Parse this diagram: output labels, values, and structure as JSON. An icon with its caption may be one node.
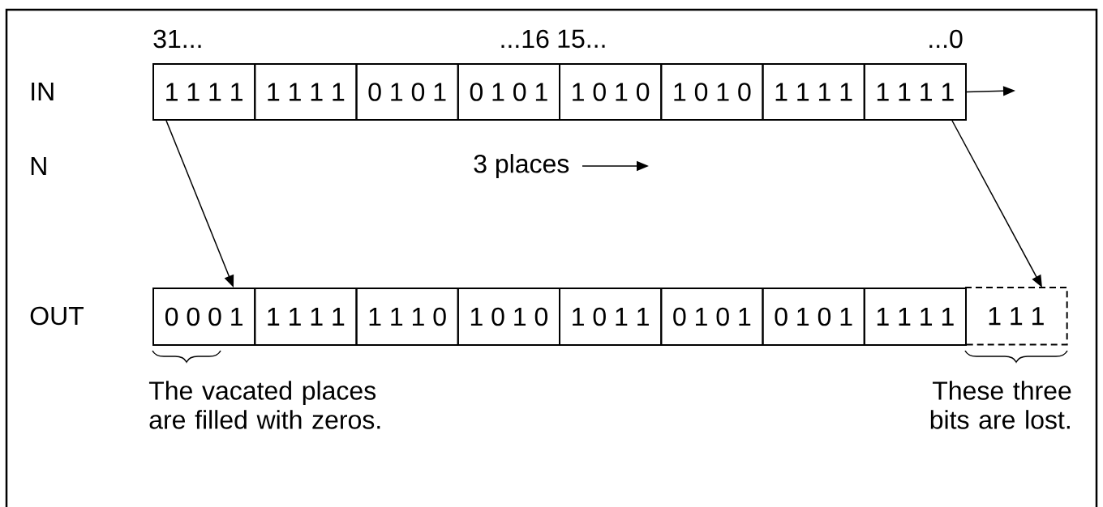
{
  "diagram": {
    "nodes": [
      {
        "text": [
          "1 1 1 1"
        ]
      },
      {
        "text": [
          "1 1 1 1"
        ]
      },
      {
        "text": [
          "0 1 0 1"
        ]
      },
      {
        "text": [
          "0 1 0 1"
        ]
      },
      {
        "text": [
          "1 0 1 0"
        ]
      },
      {
        "text": [
          "1 0 1 0"
        ]
      },
      {
        "text": [
          "1 1 1 1"
        ]
      },
      {
        "text": [
          "1 1 1 1"
        ]
      },
      {
        "text": [
          "0 0 0 1"
        ]
      },
      {
        "text": [
          "1 1 1 1"
        ]
      },
      {
        "text": [
          "1 1 1 0"
        ]
      },
      {
        "text": [
          "1 0 1 0"
        ]
      },
      {
        "text": [
          "1 0 1 1"
        ]
      },
      {
        "text": [
          "0 1 0 1"
        ]
      },
      {
        "text": [
          "0 1 0 1"
        ]
      },
      {
        "text": [
          "1 1 1 1"
        ]
      },
      {
        "text": [
          "1 1 1"
        ]
      }
    ],
    "edges": [
      {
        "from": 0,
        "to": 8,
        "arrow": "to"
      },
      {
        "from": 7,
        "to": 16,
        "arrow": "to"
      },
      {
        "from": 7,
        "to": null,
        "arrow": "to"
      }
    ],
    "labels": [
      "31...",
      "...16",
      "15...",
      "...0",
      "IN",
      "N",
      "3 places",
      "OUT",
      "The vacated places are filled with zeros.",
      "These three bits are lost."
    ]
  }
}
